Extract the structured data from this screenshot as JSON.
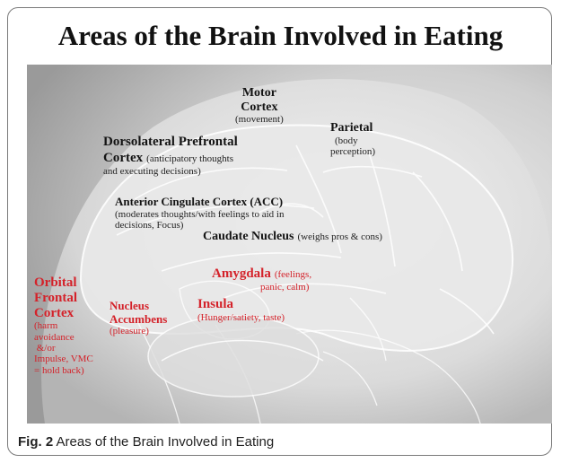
{
  "title": "Areas of the Brain Involved in Eating",
  "caption": {
    "fig_label": "Fig. 2",
    "text": "Areas of the Brain Involved in Eating"
  },
  "colors": {
    "red_label": "#d4222a",
    "black_label": "#141414",
    "background": "#c9c9c9"
  },
  "labels": {
    "motor": {
      "l1": "Motor",
      "l2": "Cortex",
      "sub": "(movement)"
    },
    "parietal": {
      "name": "Parietal",
      "sub1": "(body",
      "sub2": "perception)"
    },
    "dlpfc": {
      "l1": "Dorsolateral  Prefrontal",
      "l2": "Cortex",
      "sub_inline": "(anticipatory thoughts",
      "sub2": "and executing decisions)"
    },
    "acc": {
      "name": "Anterior Cingulate Cortex (ACC)",
      "sub1": "(moderates thoughts/with feelings to aid in",
      "sub2": "decisions, Focus)"
    },
    "caudate": {
      "name": "Caudate  Nucleus",
      "sub": "(weighs pros & cons)"
    },
    "amygdala": {
      "name": "Amygdala",
      "sub1": "(feelings,",
      "sub2": "panic, calm)"
    },
    "insula": {
      "name": "Insula",
      "sub": "(Hunger/satiety, taste)"
    },
    "nucleus": {
      "l1": "Nucleus",
      "l2": "Accumbens",
      "sub": "(pleasure)"
    },
    "ofc": {
      "l1": "Orbital",
      "l2": "Frontal",
      "l3": "Cortex",
      "sub1": "(harm",
      "sub2": "avoidance",
      "sub3": " &/or",
      "sub4": "Impulse, VMC",
      "sub5": "= hold back)"
    }
  }
}
